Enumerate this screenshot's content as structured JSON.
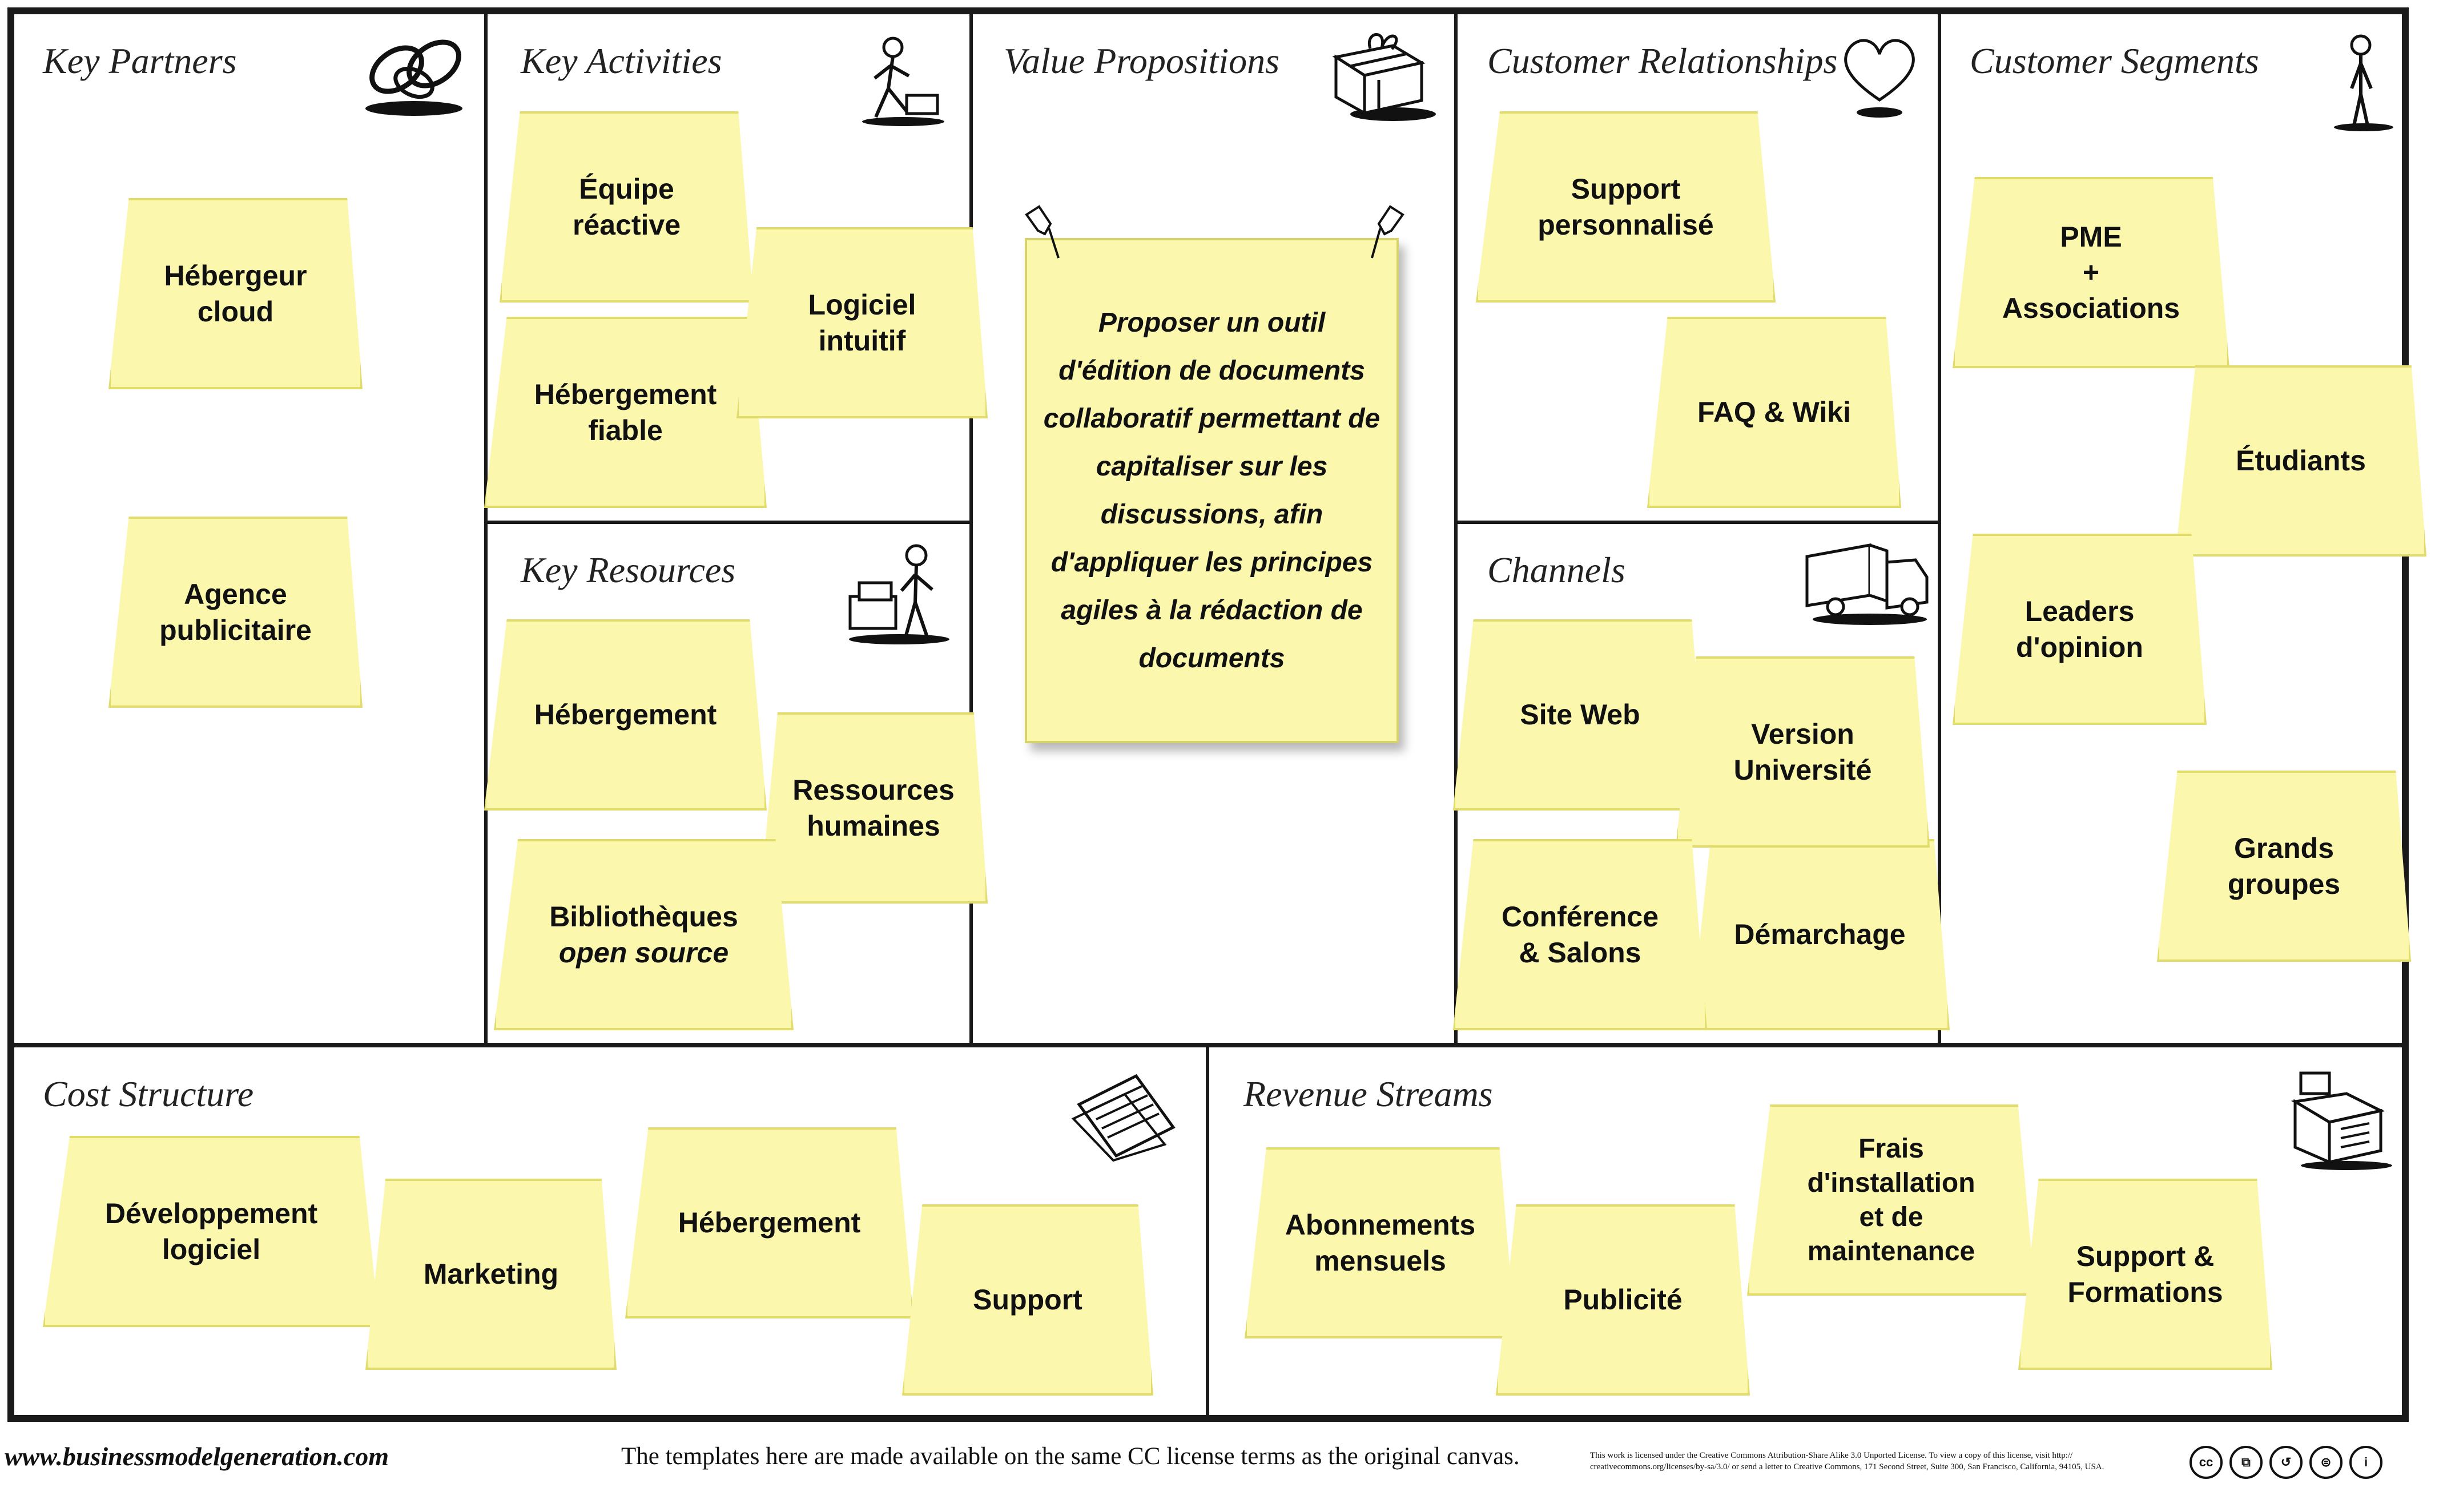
{
  "blocks": {
    "key_partners": {
      "title": "Key Partners",
      "notes": [
        "Hébergeur\ncloud",
        "Agence\npublicitaire"
      ]
    },
    "key_activities": {
      "title": "Key Activities",
      "notes": [
        "Équipe\nréactive",
        "Logiciel\nintuitif",
        "Hébergement\nfiable"
      ]
    },
    "key_resources": {
      "title": "Key Resources",
      "notes": [
        "Hébergement",
        "Ressources\nhumaines"
      ],
      "library_line1": "Bibliothèques",
      "library_line2": "open source"
    },
    "value_propositions": {
      "title": "Value Propositions",
      "statement": "Proposer un outil d'édition de documents collaboratif permettant de capitaliser sur les discussions, afin d'appliquer les principes agiles à la rédaction de documents"
    },
    "customer_relationships": {
      "title": "Customer Relationships",
      "notes": [
        "Support\npersonnalisé",
        "FAQ & Wiki"
      ]
    },
    "channels": {
      "title": "Channels",
      "notes": [
        "Site Web",
        "Version\nUniversité",
        "Conférence\n& Salons",
        "Démarchage"
      ]
    },
    "customer_segments": {
      "title": "Customer Segments",
      "notes": [
        "PME\n+\nAssociations",
        "Étudiants",
        "Leaders\nd'opinion",
        "Grands\ngroupes"
      ]
    },
    "cost_structure": {
      "title": "Cost Structure",
      "notes": [
        "Développement\nlogiciel",
        "Marketing",
        "Hébergement",
        "Support"
      ]
    },
    "revenue_streams": {
      "title": "Revenue Streams",
      "notes": [
        "Abonnements\nmensuels",
        "Publicité",
        "Frais\nd'installation\net de\nmaintenance",
        "Support &\nFormations"
      ]
    }
  },
  "icons": {
    "key_partners": "chain-links-icon",
    "key_activities": "worker-icon",
    "key_resources": "person-with-boxes-icon",
    "value_propositions": "gift-box-icon",
    "customer_relationships": "heart-icon",
    "channels": "delivery-truck-icon",
    "customer_segments": "person-icon",
    "cost_structure": "price-tag-icon",
    "revenue_streams": "cash-register-icon"
  },
  "footer": {
    "url": "www.businessmodelgeneration.com",
    "note": "The templates here are made available on the same CC license terms as the original canvas.",
    "license": "This work is licensed under the Creative Commons Attribution-Share Alike 3.0 Unported License. To view a copy of this license, visit http:// creativecommons.org/licenses/by-sa/3.0/ or send a letter to Creative Commons, 171 Second Street, Suite 300, San Francisco, California, 94105, USA.",
    "cc_icons": [
      "cc",
      "copy",
      "share-alike",
      "no-derivatives",
      "attribution"
    ]
  },
  "colors": {
    "note_fill": "#fbf8ae",
    "note_border": "#e2dc6a",
    "frame": "#1a1a1a"
  }
}
